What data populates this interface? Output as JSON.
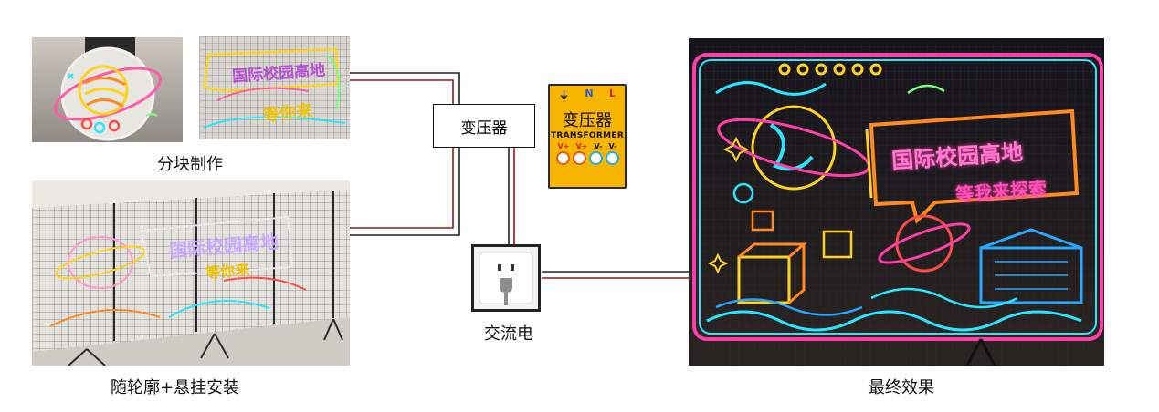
{
  "captions": {
    "block_making": "分块制作",
    "install": "随轮廓+悬挂安装",
    "ac": "交流电",
    "final": "最终效果"
  },
  "transformer_box": {
    "label": "变压器"
  },
  "transformer_panel": {
    "ground_symbol": "⏚",
    "n": "N",
    "l": "L",
    "title": "变压器",
    "subtitle": "TRANSFORMER",
    "terminals": [
      "V+",
      "V+",
      "V-",
      "V-"
    ]
  },
  "photos": {
    "circle_sign_text": "",
    "panel_text_1": "国际校园高地",
    "panel_text_2": "等你来",
    "final_text_1": "国际校园高地",
    "final_text_2": "等我来探索"
  },
  "colors": {
    "wire_dark": "#222222",
    "wire_red": "#8b1a1a",
    "transformer_yellow": "#f7b500",
    "neon_pink": "#ff3fa8",
    "neon_cyan": "#29e6ff",
    "neon_yellow": "#ffd21f",
    "neon_orange": "#ff8a1f"
  }
}
